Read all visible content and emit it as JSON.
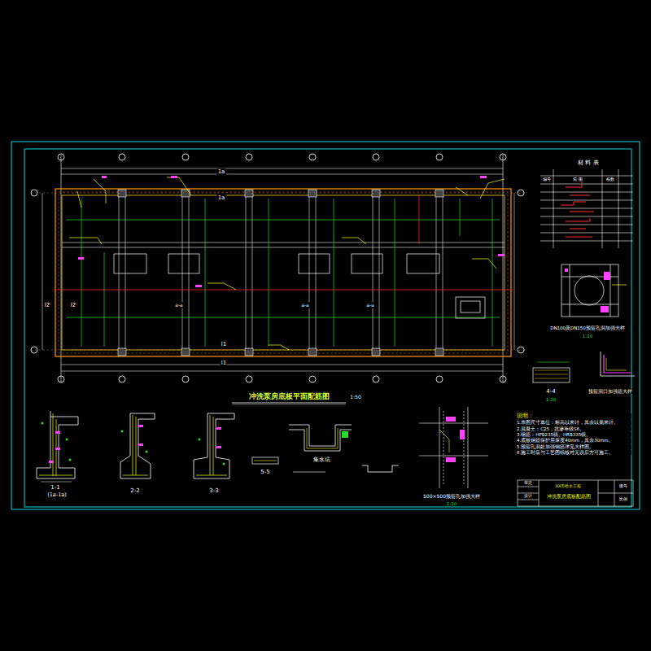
{
  "diagram": {
    "title": "冲洗泵房底板平面配筋图",
    "nodes": [
      {
        "text": [
          "材 料 表"
        ]
      },
      {
        "text": [
          "XX市给水工程",
          "冲洗泵房底板配筋图"
        ]
      }
    ],
    "labels": [
      "1:50",
      "1a",
      "1a",
      "l1",
      "l1",
      "l2",
      "l2",
      "a-a",
      "a-a",
      "a-a",
      "1-1",
      "(1a-1a)",
      "2-2",
      "3-3",
      "5-5",
      "集水坑",
      "DN100及DN150预留孔洞加强大样",
      "1:20",
      "4-4",
      "1:20",
      "预留洞口加强筋大样",
      "500×500预留孔加强大样",
      "1:20",
      "说明：",
      "1.本图尺寸单位：标高以米计，其余以毫米计。",
      "2.混凝土：C25，抗渗等级S6。",
      "3.钢筋：HPB235级、HRB335级。",
      "4.底板钢筋保护层厚度40mm，其余30mm。",
      "5.预留孔洞处加强钢筋详见大样图。",
      "6.施工时应与工艺图纸核对无误后方可施工。",
      "编号",
      "简 图",
      "根数",
      "审定",
      "设计",
      "图号",
      "比例"
    ]
  }
}
